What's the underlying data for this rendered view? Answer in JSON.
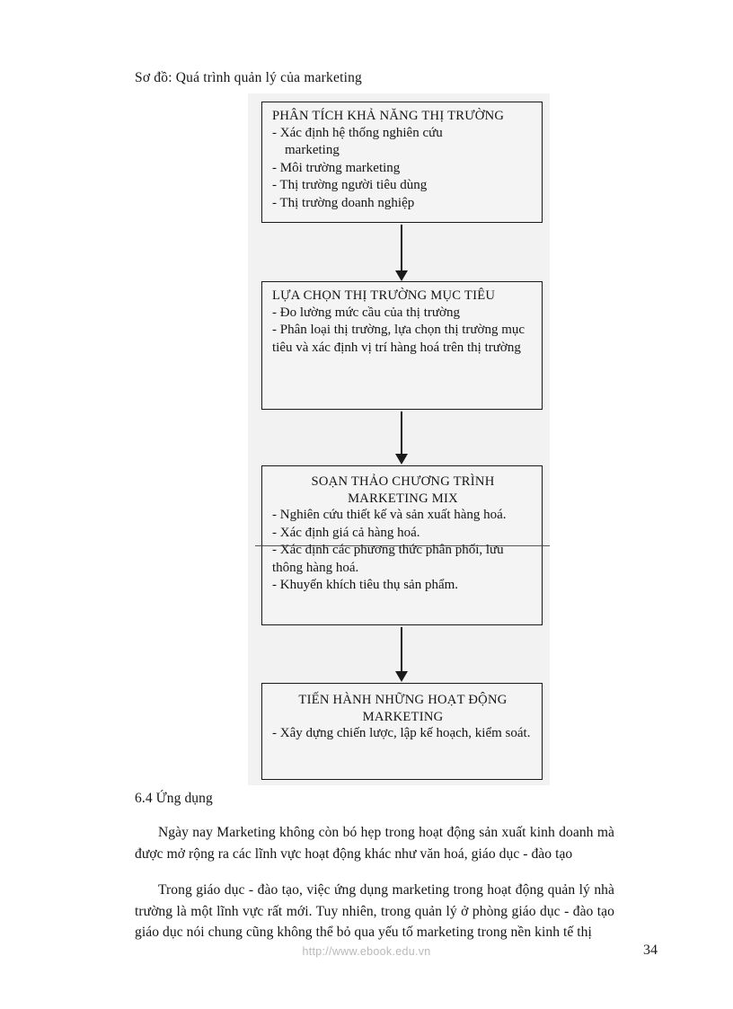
{
  "page": {
    "number": "34",
    "footer_url": "http://www.ebook.edu.vn",
    "background_color": "#ffffff",
    "ink_color": "#141414"
  },
  "figure": {
    "caption": "Sơ đồ: Quá trình quản lý của marketing",
    "background_color": "#f3f2f2",
    "border_color": "#181818",
    "boxes": [
      {
        "title": "PHÂN TÍCH KHẢ NĂNG THỊ TRƯỜNG",
        "subtitle": "",
        "lines": [
          "- Xác định hệ thống nghiên cứu",
          "marketing",
          "- Môi trường marketing",
          "- Thị trường người tiêu dùng",
          "- Thị trường doanh nghiệp"
        ]
      },
      {
        "title": "LỰA CHỌN THỊ TRƯỜNG MỤC TIÊU",
        "subtitle": "",
        "lines": [
          "- Đo lường mức cầu của thị trường",
          "- Phân loại thị trường, lựa chọn thị trường mục tiêu và xác định vị trí hàng hoá trên thị trường"
        ]
      },
      {
        "title": "SOẠN THẢO CHƯƠNG TRÌNH",
        "subtitle": "MARKETING MIX",
        "lines": [
          "- Nghiên cứu thiết kế và sản xuất hàng hoá.",
          "- Xác định giá cả hàng hoá.",
          "- Xác định các phương thức phân phối, lưu thông hàng hoá.",
          "- Khuyến khích tiêu thụ sản phẩm."
        ]
      },
      {
        "title": "TIẾN HÀNH NHỮNG HOẠT ĐỘNG",
        "subtitle": "MARKETING",
        "lines": [
          "- Xây dựng chiến lược, lập kế hoạch, kiểm soát."
        ]
      }
    ],
    "arrows": [
      "down-arrow-1",
      "down-arrow-2",
      "down-arrow-3"
    ]
  },
  "content": {
    "section_heading": "6.4 Ứng dụng",
    "paragraphs": [
      "Ngày nay Marketing không còn bó hẹp trong hoạt động sản xuất kinh doanh mà được mở rộng ra các lĩnh vực hoạt động khác như văn hoá, giáo dục - đào tạo",
      "Trong giáo dục - đào tạo, việc ứng dụng marketing trong hoạt động quản lý nhà trường là một lĩnh vực rất mới. Tuy nhiên, trong quản lý ở phòng giáo dục - đào tạo giáo dục nói chung cũng không thể bỏ qua yếu tố marketing trong nền kinh tế thị"
    ]
  }
}
